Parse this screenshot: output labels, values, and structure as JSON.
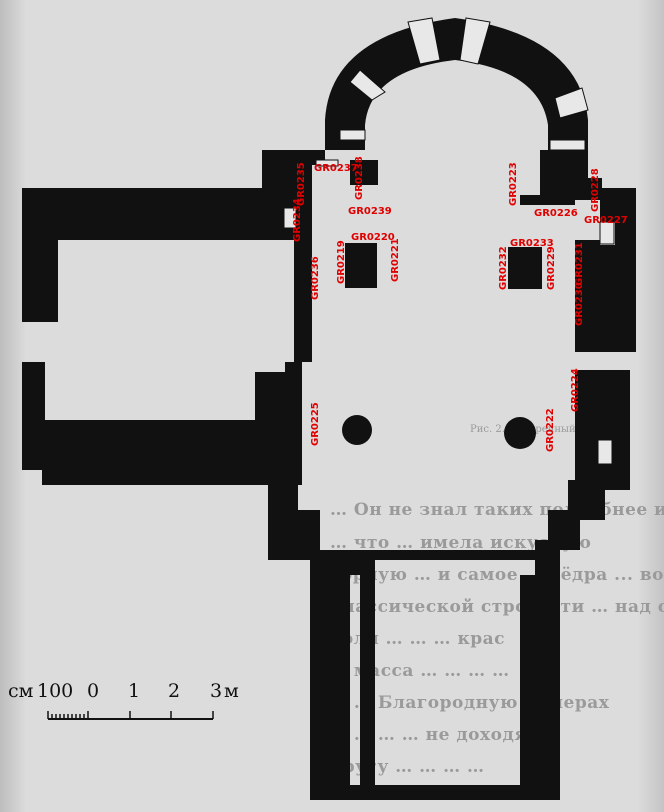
{
  "scale_bar": {
    "unit_small": "см",
    "ticks": [
      "100",
      "0",
      "1",
      "2",
      "3"
    ],
    "unit_large": "м"
  },
  "labels": [
    "GR0237",
    "GR0238",
    "GR0235",
    "GR0239",
    "GR0234",
    "GR0236",
    "GR0219",
    "GR0220",
    "GR0221",
    "GR0223",
    "GR0226",
    "GR0228",
    "GR0227",
    "GR0233",
    "GR0232",
    "GR0229",
    "GR0231",
    "GR0230",
    "GR0225",
    "GR0224",
    "GR0222"
  ],
  "caption": "Рис. 2. Поперечный разрез",
  "bleed_text": [
    "… Он не знал таких подробнее их-",
    "… что … имела искусную",
    "горную … и самое … вёдра ... возду-",
    "классической строгости … над стен … здесь",
    "доли … … … крас",
    "… масса … … … …",
    "… … Благородную … мерах",
    "… … … … не доходя",
    "кругу … … … …"
  ],
  "colors": {
    "ink": "#111111",
    "label": "#e00000",
    "paper": "#d9d9d9"
  }
}
